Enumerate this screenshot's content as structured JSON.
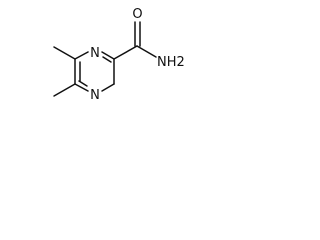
{
  "molecule": {
    "atoms": {
      "ring_n_top": "N",
      "ring_n_bottom": "N",
      "carbonyl_o": "O",
      "amide_n": "NH2"
    }
  },
  "colors": {
    "bond": "#111111",
    "label": "#111111",
    "background": "#ffffff"
  }
}
